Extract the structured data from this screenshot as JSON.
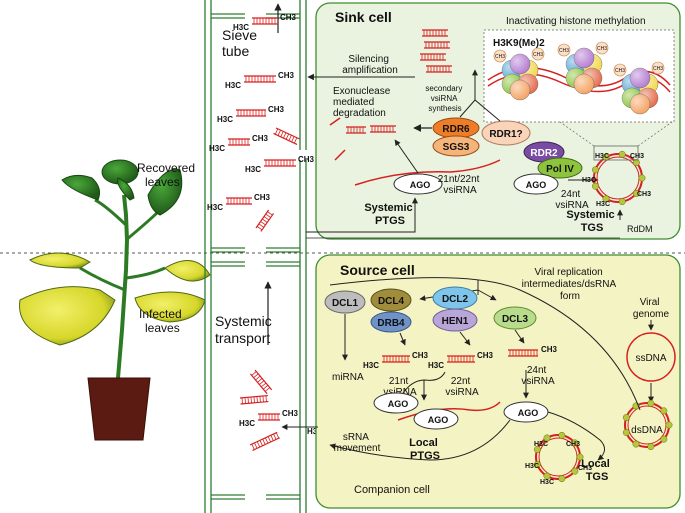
{
  "plant": {
    "recovered_label": [
      "Recovered",
      "leaves"
    ],
    "infected_label": [
      "Infected",
      "leaves"
    ]
  },
  "sieve_tube": {
    "label": [
      "Sieve",
      "tube"
    ],
    "transport_label": [
      "Systemic",
      "transport"
    ]
  },
  "sink": {
    "title": "Sink cell",
    "histone_label": "Inactivating histone methylation",
    "h3k9": "H3K9(Me)2",
    "methyl": "CH3",
    "silencing_amp": [
      "Silencing",
      "amplification"
    ],
    "secondary": [
      "secondary",
      "vsiRNA",
      "synthesis"
    ],
    "exonuclease": [
      "Exonuclease",
      "mediated",
      "degradation"
    ],
    "rdr6": "RDR6",
    "sgs3": "SGS3",
    "rdr1": "RDR1?",
    "rdr2": "RDR2",
    "pol4": "Pol IV",
    "ago": "AGO",
    "sirna_2122": [
      "21nt/22nt",
      "vsiRNA"
    ],
    "sirna_24": [
      "24nt",
      "vsiRNA"
    ],
    "systemic_ptgs": [
      "Systemic",
      "PTGS"
    ],
    "systemic_tgs": [
      "Systemic",
      "TGS"
    ],
    "rddm": "RdDM"
  },
  "source": {
    "title": "Source cell",
    "viral_rep": [
      "Viral replication",
      "intermediates/dsRNA",
      "form"
    ],
    "viral_genome": [
      "Viral",
      "genome"
    ],
    "ssdna": "ssDNA",
    "dsdna": "dsDNA",
    "dcl1": "DCL1",
    "dcl4": "DCL4",
    "drb4": "DRB4",
    "dcl2": "DCL2",
    "hen1": "HEN1",
    "dcl3": "DCL3",
    "mirna": "miRNA",
    "sirna_21": [
      "21nt",
      "vsiRNA"
    ],
    "sirna_22": [
      "22nt",
      "vsiRNA"
    ],
    "sirna_24": [
      "24nt",
      "vsiRNA"
    ],
    "ago": "AGO",
    "local_ptgs": [
      "Local",
      "PTGS"
    ],
    "local_tgs": [
      "Local",
      "TGS"
    ],
    "srna_movement": [
      "sRNA",
      "movement"
    ],
    "companion": "Companion cell",
    "h3c": "H3C",
    "ch3": "CH3"
  },
  "colors": {
    "sink_fill": "#e9f3df",
    "source_fill": "#f4f3c3",
    "rna": "#d62020",
    "rdr6": "#ee7d2a",
    "sgs3": "#f4b47a",
    "rdr1": "#f9d4b8",
    "rdr2": "#7a4ba3",
    "pol4": "#8cc43e",
    "dcl1": "#bdbdbd",
    "dcl4": "#9f8d3c",
    "drb4": "#6f93c9",
    "dcl2": "#7fc4ea",
    "hen1": "#b9a6d8",
    "dcl3": "#b9dc8c",
    "leaf_green": "#2f7a24",
    "leaf_yellow": "#d8d630",
    "pot": "#5b1a12"
  }
}
